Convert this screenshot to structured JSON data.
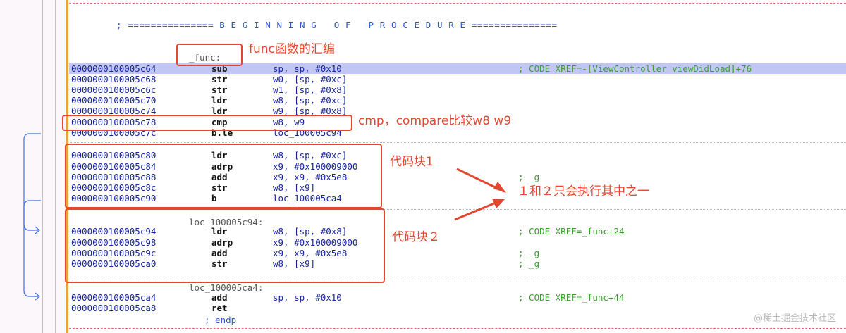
{
  "procedure_header": "; =============== B E G I N N I N G   O F   P R O C E D U R E ===============",
  "func_label": "_func:",
  "rows": [
    {
      "addr": "0000000100005c64",
      "mn": "sub",
      "op": "sp, sp, #0x10",
      "cm": "; CODE XREF=-[ViewController viewDidLoad]+76",
      "selected": true
    },
    {
      "addr": "0000000100005c68",
      "mn": "str",
      "op": "w0, [sp, #0xc]",
      "cm": ""
    },
    {
      "addr": "0000000100005c6c",
      "mn": "str",
      "op": "w1, [sp, #0x8]",
      "cm": ""
    },
    {
      "addr": "0000000100005c70",
      "mn": "ldr",
      "op": "w8, [sp, #0xc]",
      "cm": ""
    },
    {
      "addr": "0000000100005c74",
      "mn": "ldr",
      "op": "w9, [sp, #0x8]",
      "cm": ""
    },
    {
      "addr": "0000000100005c78",
      "mn": "cmp",
      "op": "w8, w9",
      "cm": ""
    },
    {
      "addr": "0000000100005c7c",
      "mn": "b.le",
      "op": "loc_100005c94",
      "cm": ""
    },
    {
      "addr": "0000000100005c80",
      "mn": "ldr",
      "op": "w8, [sp, #0xc]",
      "cm": ""
    },
    {
      "addr": "0000000100005c84",
      "mn": "adrp",
      "op": "x9, #0x100009000",
      "cm": ""
    },
    {
      "addr": "0000000100005c88",
      "mn": "add",
      "op": "x9, x9, #0x5e8",
      "cm": "; _g"
    },
    {
      "addr": "0000000100005c8c",
      "mn": "str",
      "op": "w8, [x9]",
      "cm": ""
    },
    {
      "addr": "0000000100005c90",
      "mn": "b",
      "op": "loc_100005ca4",
      "cm": ""
    },
    {
      "addr": "0000000100005c94",
      "mn": "ldr",
      "op": "w8, [sp, #0x8]",
      "cm": "; CODE XREF=_func+24"
    },
    {
      "addr": "0000000100005c98",
      "mn": "adrp",
      "op": "x9, #0x100009000",
      "cm": ""
    },
    {
      "addr": "0000000100005c9c",
      "mn": "add",
      "op": "x9, x9, #0x5e8",
      "cm": "; _g"
    },
    {
      "addr": "0000000100005ca0",
      "mn": "str",
      "op": "w8, [x9]",
      "cm": "; _g"
    },
    {
      "addr": "0000000100005ca4",
      "mn": "add",
      "op": "sp, sp, #0x10",
      "cm": "; CODE XREF=_func+44"
    },
    {
      "addr": "0000000100005ca8",
      "mn": "ret",
      "op": "",
      "cm": ""
    }
  ],
  "loc_labels": [
    "loc_100005c94:",
    "loc_100005ca4:"
  ],
  "endp": "; endp",
  "annotations": {
    "func_note": "func函数的汇编",
    "cmp_note": "cmp，compare比较w8 w9",
    "block1": "代码块1",
    "block2": "代码块２",
    "only_one": "１和２只会执行其中之一"
  },
  "watermark": "@稀土掘金技术社区",
  "colors": {
    "selection": "#c2c6f5",
    "annotation": "#e3472f",
    "address": "#16249a",
    "comment": "#3b9f2e"
  }
}
